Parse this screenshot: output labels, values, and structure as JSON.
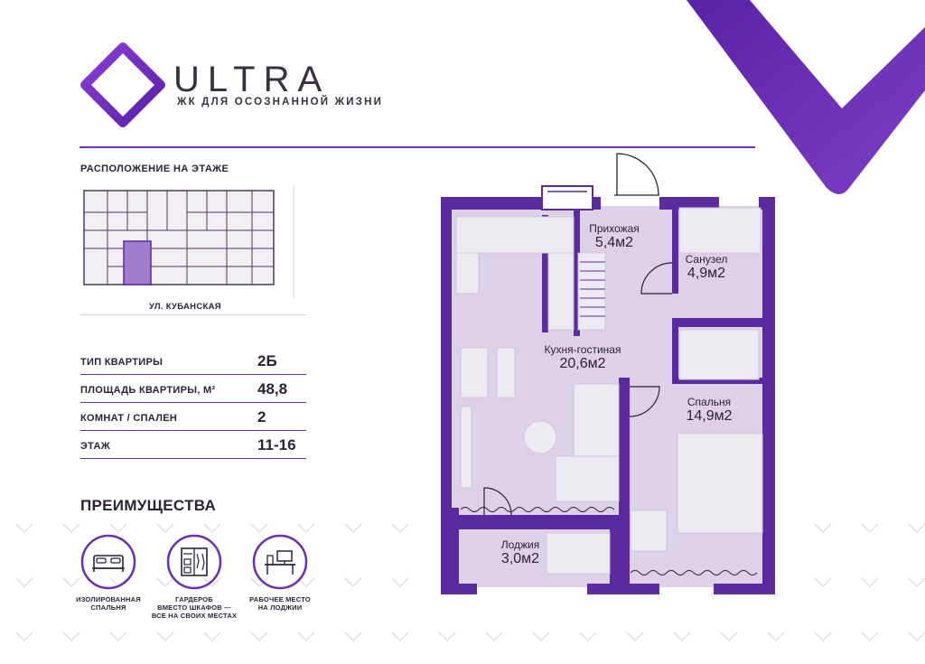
{
  "brand": {
    "name": "ULTRA",
    "tagline": "ЖК ДЛЯ ОСОЗНАННОЙ ЖИЗНИ",
    "accent_color": "#6b2fb3",
    "logo_icon": "diamond-logo-icon",
    "corner_graphic": "check-shape-icon"
  },
  "floor_location": {
    "title": "РАСПОЛОЖЕНИЕ НА ЭТАЖЕ",
    "street": "УЛ. КУБАНСКАЯ"
  },
  "specs": [
    {
      "label": "ТИП КВАРТИРЫ",
      "value": "2Б"
    },
    {
      "label": "ПЛОЩАДЬ КВАРТИРЫ, М²",
      "value": "48,8"
    },
    {
      "label": "КОМНАТ / СПАЛЕН",
      "value": "2"
    },
    {
      "label": "ЭТАЖ",
      "value": "11-16"
    }
  ],
  "advantages": {
    "title": "ПРЕИМУЩЕСТВА",
    "items": [
      {
        "icon": "bed-icon",
        "label": "ИЗОЛИРОВАННАЯ\nСПАЛЬНЯ"
      },
      {
        "icon": "wardrobe-icon",
        "label": "ГАРДЕРОБ\nВМЕСТО ШКАФОВ —\nВСЕ НА СВОИХ МЕСТАХ"
      },
      {
        "icon": "workplace-icon",
        "label": "РАБОЧЕЕ МЕСТО\nНА ЛОДЖИИ"
      }
    ]
  },
  "rooms": [
    {
      "name": "Прихожая",
      "area": "5,4м2"
    },
    {
      "name": "Санузел",
      "area": "4,9м2"
    },
    {
      "name": "Кухня-гостиная",
      "area": "20,6м2"
    },
    {
      "name": "Спальня",
      "area": "14,9м2"
    },
    {
      "name": "Лоджия",
      "area": "3,0м2"
    }
  ],
  "colors": {
    "wall": "#5a2a9e",
    "room_fill": "#ddd1ea",
    "furniture": "#eeeaf2",
    "pattern": "#e4e0e8"
  }
}
